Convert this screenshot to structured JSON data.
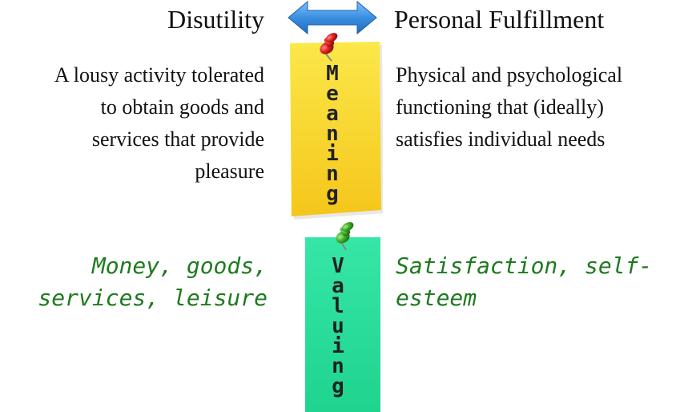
{
  "headings": {
    "left": "Disutility",
    "right": "Personal Fulfillment"
  },
  "left_description": [
    "A lousy activity tolerated",
    "to obtain goods and",
    "services that provide",
    "pleasure"
  ],
  "right_description": [
    "Physical and psychological",
    "functioning that (ideally)",
    "satisfies individual needs"
  ],
  "left_outcomes": [
    "Money, goods,",
    "services, leisure"
  ],
  "right_outcomes": [
    "Satisfaction, self-",
    "esteem"
  ],
  "notes": {
    "meaning": {
      "letters": [
        "M",
        "e",
        "a",
        "n",
        "i",
        "n",
        "g"
      ],
      "color": "#f7d81f",
      "pin_icon": "red-pushpin-icon",
      "pin_color": "#e02020"
    },
    "valuing": {
      "letters": [
        "V",
        "a",
        "l",
        "u",
        "i",
        "n",
        "g"
      ],
      "color": "#2ee0a0",
      "pin_icon": "green-pushpin-icon",
      "pin_color": "#3fae2a"
    }
  },
  "arrow": {
    "icon": "double-headed-arrow-icon",
    "color": "#3b8fe0"
  },
  "colors": {
    "handwritten_text": "#1f7a1f"
  }
}
